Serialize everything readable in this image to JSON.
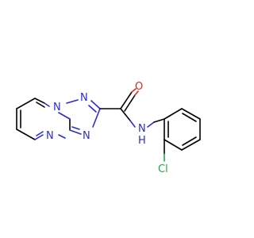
{
  "atoms": {
    "n1": "N",
    "n2": "N",
    "n3": "N",
    "n4": "N",
    "o": "O",
    "nh": "N",
    "h": "H",
    "cl": "Cl"
  },
  "colors": {
    "carbon": "#000000",
    "nitrogen": "#2b2bd8",
    "oxygen": "#e0281e",
    "chlorine": "#1faa3c",
    "background": "#ffffff"
  }
}
